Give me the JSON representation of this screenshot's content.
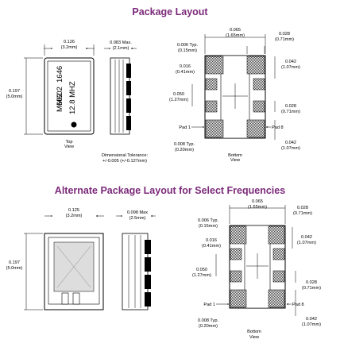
{
  "titles": {
    "package_layout": "Package Layout",
    "alternate_layout": "Alternate Package Layout for Select Frequencies"
  },
  "top": {
    "width": "0.126",
    "width_mm": "(3.2mm)",
    "height": "0.197",
    "height_mm": "(5.0mm)",
    "thickness": "0.083 Max.",
    "thickness_mm": "(2.1mm)",
    "marking": [
      "M602",
      "1646",
      "12.8 MHZ"
    ],
    "top_view": [
      "Top",
      "View"
    ],
    "tolerance": [
      "Dimensional Tolerance:",
      "+/-0.005 (+/-0.127mm)"
    ],
    "pad_overall": "0.065",
    "pad_overall_mm": "(1.65mm)",
    "pad_width": "0.028",
    "pad_width_mm": "(0.71mm)",
    "typ": "0.006 Typ.",
    "typ_mm": "(0.15mm)",
    "d016": "0.016",
    "d016_mm": "(0.41mm)",
    "d042a": "0.042",
    "d042a_mm": "(1.07mm)",
    "d050": "0.050",
    "d050_mm": "(1.27mm)",
    "d028b": "0.028",
    "d028b_mm": "(0.71mm)",
    "pad1": "Pad 1",
    "pad8": "Pad 8",
    "d008": "0.008 Typ.",
    "d008_mm": "(0.20mm)",
    "d042b": "0.042",
    "d042b_mm": "(1.07mm)",
    "bottom_view": [
      "Bottom",
      "View"
    ]
  },
  "alt": {
    "width": "0.125",
    "width_mm": "(3.2mm)",
    "height": "0.197",
    "height_mm": "(5.0mm)",
    "thickness": "0.098 Max",
    "thickness_mm": "(2.5mm)",
    "pad_overall": "0.065",
    "pad_overall_mm": "(1.65mm)",
    "pad_width": "0.028",
    "pad_width_mm": "(0.71mm)",
    "typ": "0.006 Typ.",
    "typ_mm": "(0.15mm)",
    "d016": "0.016",
    "d016_mm": "(0.41mm)",
    "d042a": "0.042",
    "d042a_mm": "(1.07mm)",
    "d050": "0.050",
    "d050_mm": "(1.27mm)",
    "d028b": "0.028",
    "d028b_mm": "(0.71mm)",
    "pad1": "Pad 1",
    "pad8": "Pad 8",
    "d008": "0.008 Typ.",
    "d008_mm": "(0.20mm)",
    "d042b": "0.042",
    "d042b_mm": "(1.07mm)",
    "bottom_view": [
      "Bottom",
      "View"
    ]
  },
  "colors": {
    "title": "#7b2a7a",
    "line": "#000000",
    "pad_hatch": "#555555"
  }
}
